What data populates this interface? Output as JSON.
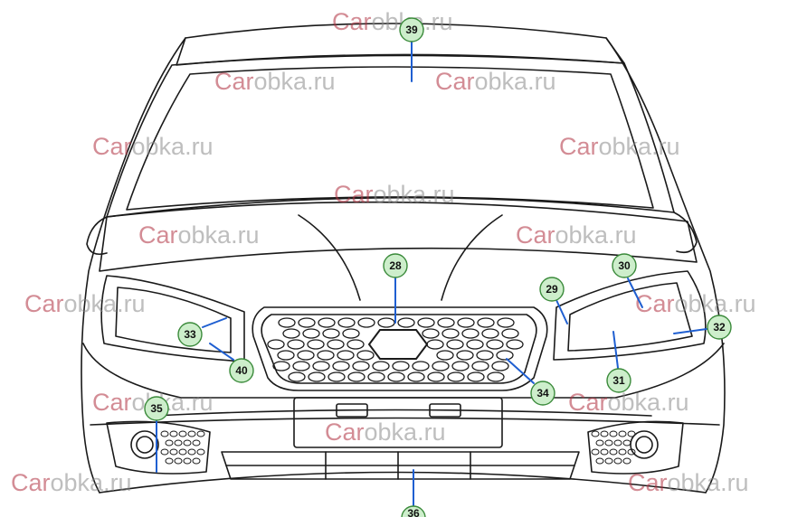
{
  "watermark": {
    "prefix": "Car",
    "suffix": "obka.ru"
  },
  "colors": {
    "line": "#1a1a1a",
    "callout_line": "#1f5fd1",
    "badge_fill": "#cdeecb",
    "badge_stroke": "#3a8a3a",
    "watermark_car": "#b0303f",
    "watermark_rest": "#8a8a8a"
  },
  "callouts": [
    {
      "id": "c39",
      "label": "39"
    },
    {
      "id": "c28",
      "label": "28"
    },
    {
      "id": "c29",
      "label": "29"
    },
    {
      "id": "c30",
      "label": "30"
    },
    {
      "id": "c32",
      "label": "32"
    },
    {
      "id": "c31",
      "label": "31"
    },
    {
      "id": "c34",
      "label": "34"
    },
    {
      "id": "c33",
      "label": "33"
    },
    {
      "id": "c40",
      "label": "40"
    },
    {
      "id": "c35",
      "label": "35"
    },
    {
      "id": "c36",
      "label": "36"
    }
  ]
}
